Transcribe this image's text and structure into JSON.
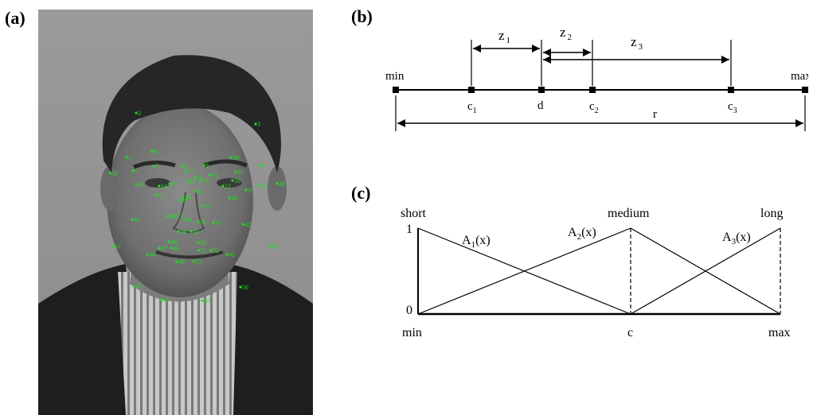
{
  "panels": {
    "a": "(a)",
    "b": "(b)",
    "c": "(c)"
  },
  "landmarks": [
    {
      "id": "2"
    },
    {
      "id": "3"
    },
    {
      "id": "1"
    },
    {
      "id": "4"
    },
    {
      "id": "5"
    },
    {
      "id": "6"
    },
    {
      "id": "7"
    },
    {
      "id": "8"
    },
    {
      "id": "9"
    },
    {
      "id": "10"
    },
    {
      "id": "11"
    },
    {
      "id": "12"
    },
    {
      "id": "13"
    },
    {
      "id": "14"
    },
    {
      "id": "15"
    },
    {
      "id": "16"
    },
    {
      "id": "17"
    },
    {
      "id": "18"
    },
    {
      "id": "19"
    },
    {
      "id": "20"
    },
    {
      "id": "21"
    },
    {
      "id": "22"
    },
    {
      "id": "23"
    },
    {
      "id": "24"
    },
    {
      "id": "25"
    },
    {
      "id": "26"
    },
    {
      "id": "27"
    },
    {
      "id": "28"
    },
    {
      "id": "29"
    },
    {
      "id": "30"
    },
    {
      "id": "31"
    },
    {
      "id": "32"
    },
    {
      "id": "33"
    },
    {
      "id": "34"
    },
    {
      "id": "35"
    },
    {
      "id": "36"
    },
    {
      "id": "37"
    },
    {
      "id": "38"
    },
    {
      "id": "39"
    },
    {
      "id": "40"
    },
    {
      "id": "41"
    },
    {
      "id": "42"
    },
    {
      "id": "43"
    },
    {
      "id": "44"
    },
    {
      "id": "45"
    },
    {
      "id": "46"
    },
    {
      "id": "47"
    },
    {
      "id": "48"
    },
    {
      "id": "49"
    },
    {
      "id": "50"
    },
    {
      "id": "51"
    },
    {
      "id": "52"
    },
    {
      "id": "53"
    },
    {
      "id": "54"
    },
    {
      "id": "55"
    },
    {
      "id": "56"
    }
  ],
  "diagram_b": {
    "min": "min",
    "max": "max",
    "c1": "c",
    "c1_sub": "1",
    "d": "d",
    "c2": "c",
    "c2_sub": "2",
    "c3": "c",
    "c3_sub": "3",
    "r": "r",
    "z1": "z",
    "z1_sub": "1",
    "z2": "z",
    "z2_sub": "2",
    "z3": "z",
    "z3_sub": "3"
  },
  "diagram_c": {
    "short": "short",
    "medium": "medium",
    "long": "long",
    "y_one": "1",
    "y_zero": "0",
    "x_min": "min",
    "x_c": "c",
    "x_max": "max",
    "a1": "A",
    "a1_sub": "1",
    "a1_arg": "(x)",
    "a2": "A",
    "a2_sub": "2",
    "a2_arg": "(x)",
    "a3": "A",
    "a3_sub": "3",
    "a3_arg": "(x)"
  },
  "colors": {
    "landmark": "#22dd22",
    "line": "#000000"
  }
}
